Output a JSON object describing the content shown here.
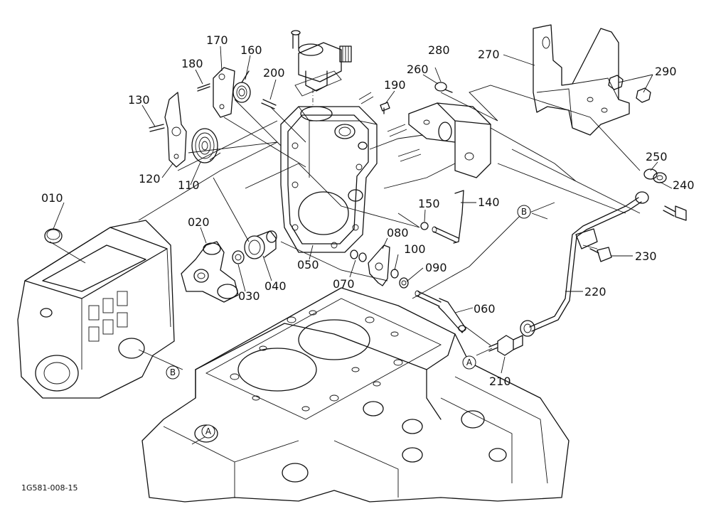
{
  "diagram": {
    "drawing_code": "1G581-008-15",
    "part_labels": {
      "p010": "010",
      "p020": "020",
      "p030": "030",
      "p040": "040",
      "p050": "050",
      "p060": "060",
      "p070": "070",
      "p080": "080",
      "p090": "090",
      "p100": "100",
      "p110": "110",
      "p120": "120",
      "p130": "130",
      "p140": "140",
      "p150": "150",
      "p160": "160",
      "p170": "170",
      "p180": "180",
      "p190": "190",
      "p200": "200",
      "p210": "210",
      "p220": "220",
      "p230": "230",
      "p240": "240",
      "p250": "250",
      "p260": "260",
      "p270": "270",
      "p280": "280",
      "p290": "290"
    },
    "reference_marks": {
      "a_engine": "A",
      "a_fitting": "A",
      "b_pipe": "B",
      "b_gearcase": "B"
    }
  }
}
